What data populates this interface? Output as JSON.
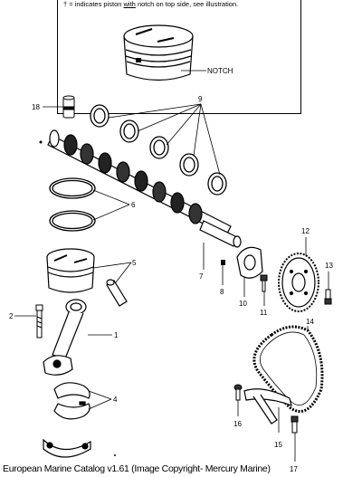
{
  "note": {
    "dagger": "†",
    "before_underline": " = indicates piston ",
    "underlined": "with",
    "after_underline": " notch on top side, see illustration.",
    "notch_label": "NOTCH"
  },
  "callouts": {
    "c1": "1",
    "c2": "2",
    "c4": "4",
    "c5": "5",
    "c6": "6",
    "c7": "7",
    "c8": "8",
    "c9": "9",
    "c10": "10",
    "c11": "11",
    "c12": "12",
    "c13": "13",
    "c14": "14",
    "c15": "15",
    "c16": "16",
    "c17": "17",
    "c18": "18"
  },
  "footer": {
    "text": "European Marine Catalog v1.61 (Image Copyright- Mercury Marine)"
  }
}
